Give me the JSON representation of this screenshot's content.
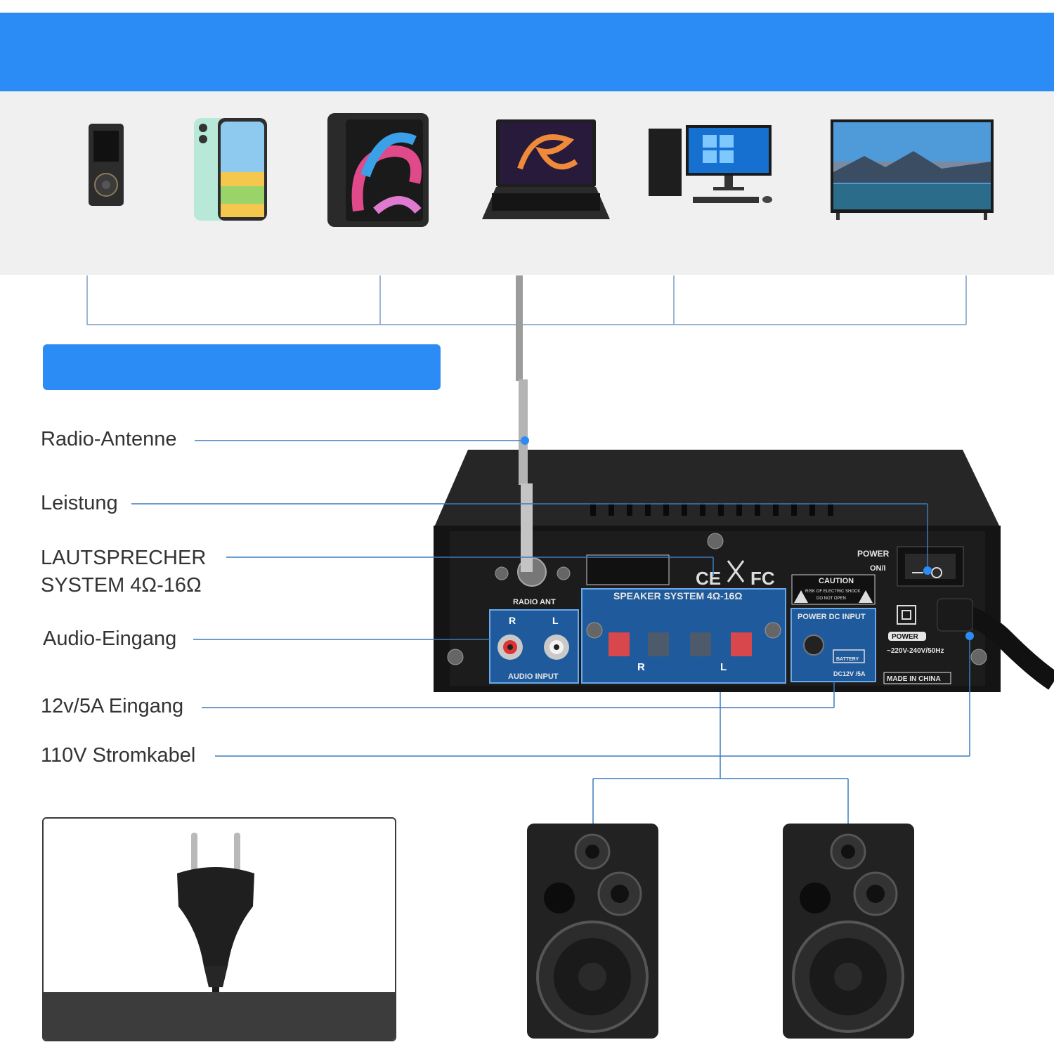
{
  "callouts": {
    "radio_antenna": "Radio-Antenne",
    "power": "Leistung",
    "speaker_line1": "LAUTSPRECHER",
    "speaker_line2": "SYSTEM 4Ω-16Ω",
    "audio_input": "Audio-Eingang",
    "dc_input": "12v/5A Eingang",
    "power_cable": "110V Stromkabel"
  },
  "panel": {
    "power": "POWER",
    "on_off": "ON/I",
    "radio_ant": "RADIO ANT",
    "audio_input": "AUDIO INPUT",
    "speaker_system": "SPEAKER SYSTEM 4Ω-16Ω",
    "power_dc_input": "POWER DC INPUT",
    "dc_rating": "DC12V /5A",
    "battery": "BATTERY",
    "caution": "CAUTION",
    "caution_note_1": "RISK OF ELECTRIC SHOCK",
    "caution_note_2": "DO NOT OPEN",
    "power_badge": "POWER",
    "ac_rating": "~220V-240V/50Hz",
    "made_in": "MADE IN CHINA",
    "channel_r": "R",
    "channel_l": "L"
  },
  "colors": {
    "accent": "#2b8cf5",
    "line": "#3b7bbf",
    "chassis": "#1b1b1b",
    "panel_blue": "#1f5b9c"
  },
  "icons": [
    "mp3-player-icon",
    "smartphone-icon",
    "tablet-icon",
    "laptop-icon",
    "desktop-pc-icon",
    "tv-icon",
    "speaker-icon",
    "eu-plug-icon"
  ]
}
